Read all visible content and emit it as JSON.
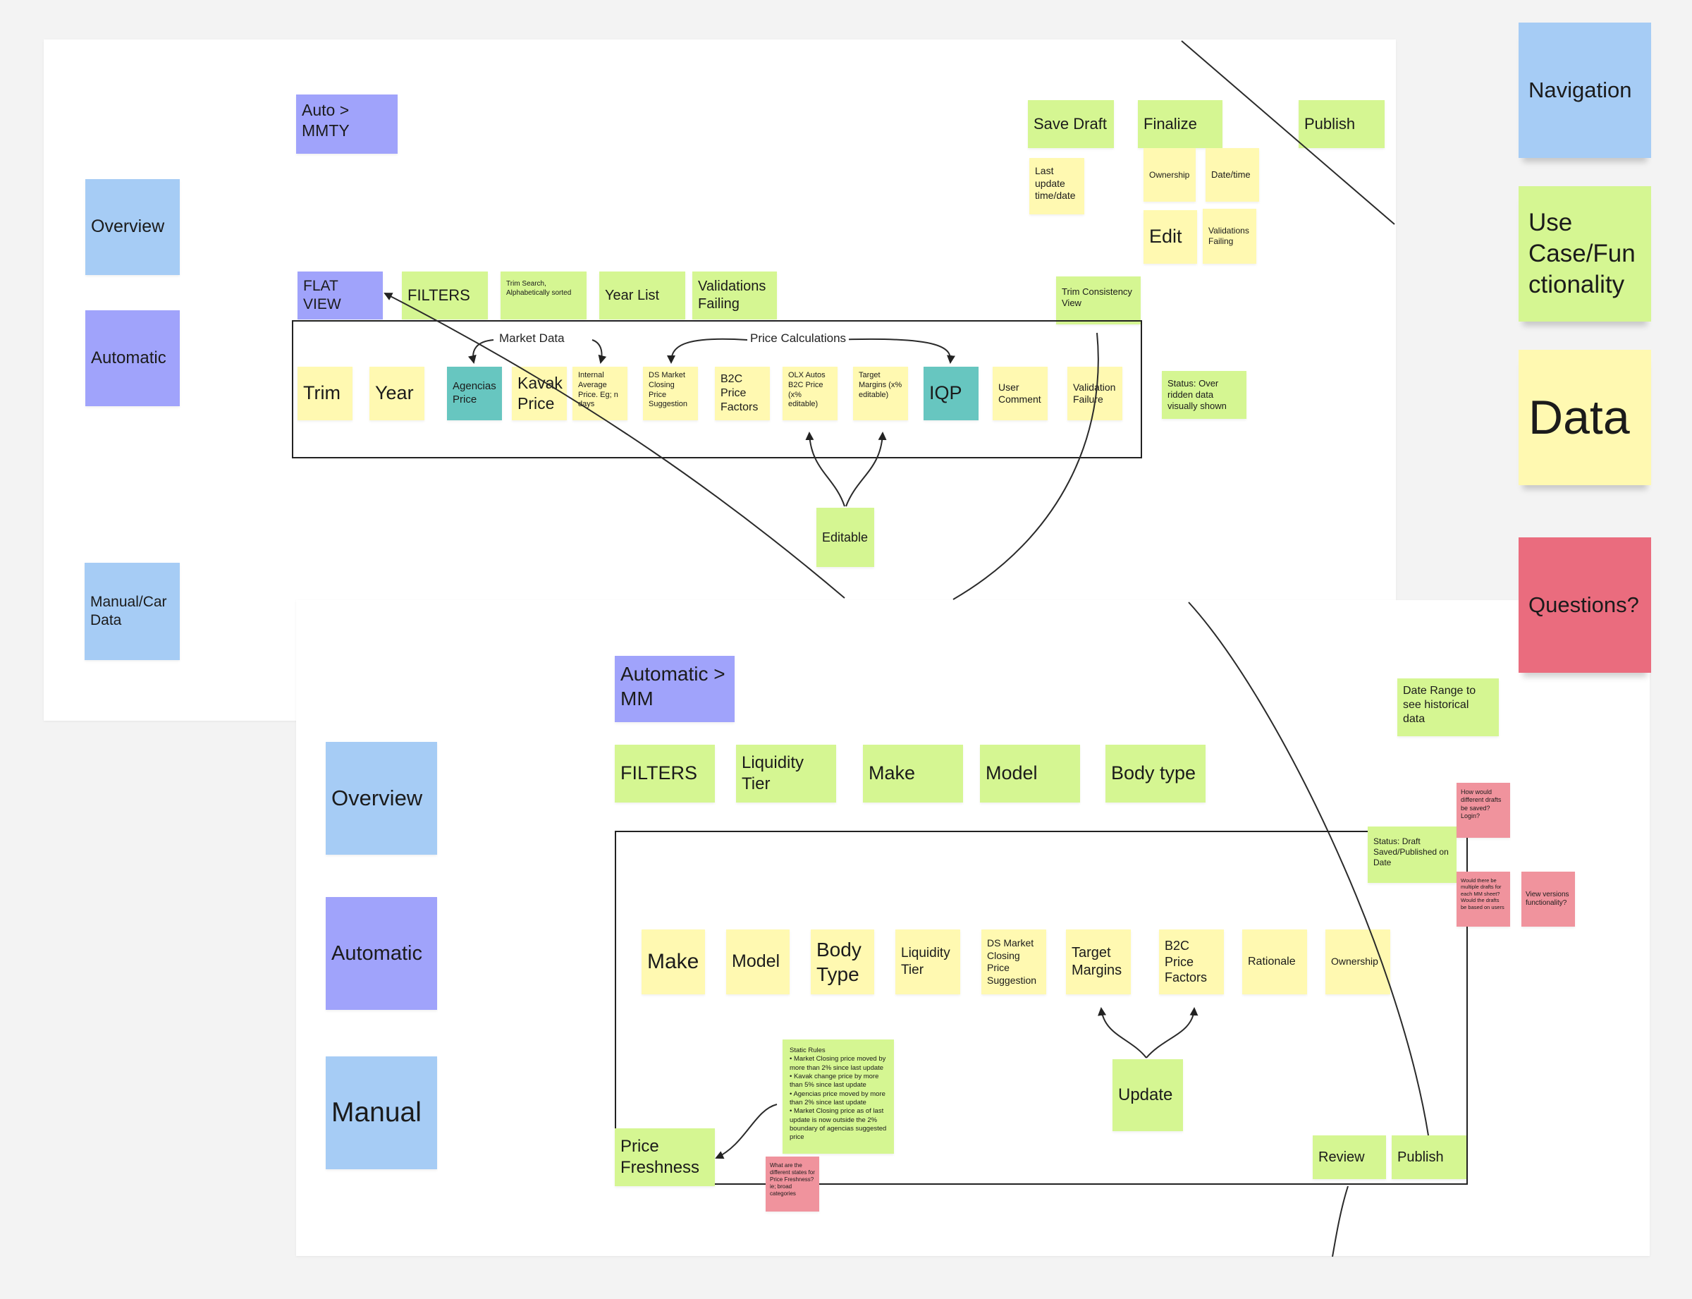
{
  "legend": {
    "navigation": "Navigation",
    "use_case": "Use Case/Fun ctionality",
    "data": "Data",
    "questions": "Questions?"
  },
  "frame1": {
    "breadcrumb": "Auto > MMTY",
    "nav_overview": "Overview",
    "nav_automatic": "Automatic",
    "nav_manual": "Manual/Car Data",
    "save_draft": "Save Draft",
    "finalize": "Finalize",
    "publish": "Publish",
    "last_update": "Last update time/date",
    "ownership": "Ownership",
    "datetime": "Date/time",
    "edit": "Edit",
    "validations_failing_small": "Validations Failing",
    "flat_view": "FLAT VIEW",
    "filters": "FILTERS",
    "trim_search": "Trim Search, Alphabetically sorted",
    "year_list": "Year List",
    "validations_failing": "Validations Failing",
    "trim_consistency": "Trim Consistency View",
    "market_data_label": "Market Data",
    "price_calc_label": "Price Calculations",
    "columns": {
      "trim": "Trim",
      "year": "Year",
      "agencias": "Agencias Price",
      "kavak": "Kavak Price",
      "internal_avg": "Internal Average Price. Eg; n days",
      "ds_market": "DS Market Closing Price Suggestion",
      "b2c_factors": "B2C Price Factors",
      "olx": "OLX Autos B2C Price (x% editable)",
      "target_margins": "Target Margins (x% editable)",
      "iqp": "IQP",
      "user_comment": "User Comment",
      "validation_failure": "Validation Failure"
    },
    "status": "Status: Over ridden data visually shown",
    "editable": "Editable"
  },
  "frame2": {
    "breadcrumb": "Automatic > MM",
    "nav_overview": "Overview",
    "nav_automatic": "Automatic",
    "nav_manual": "Manual",
    "filters": "FILTERS",
    "liquidity_tier": "Liquidity Tier",
    "make": "Make",
    "model": "Model",
    "body_type": "Body type",
    "date_range": "Date Range to see historical data",
    "status": "Status: Draft Saved/Published on Date",
    "q_login": "How would different drafts be saved? Login?",
    "q_multiple": "Would there be multiple drafts for each MM sheet? Would the drafts be based on users",
    "q_versions": "View versions functionality?",
    "columns": {
      "make": "Make",
      "model": "Model",
      "body_type": "Body Type",
      "liquidity_tier": "Liquidity Tier",
      "ds_market": "DS Market Closing Price Suggestion",
      "target_margins": "Target Margins",
      "b2c_factors": "B2C Price Factors",
      "rationale": "Rationale",
      "ownership": "Ownership"
    },
    "update": "Update",
    "static_rules": "Static Rules\n• Market Closing price moved by more than 2% since last update\n• Kavak change price by more than 5% since last update\n• Agencias price moved by more than 2% since last update\n• Market Closing price as of last update is now outside the 2% boundary of agencias suggested price",
    "price_freshness": "Price Freshness",
    "q_price_freshness": "What are the different states for Price Freshness? ie; broad categories",
    "review": "Review",
    "publish": "Publish"
  }
}
